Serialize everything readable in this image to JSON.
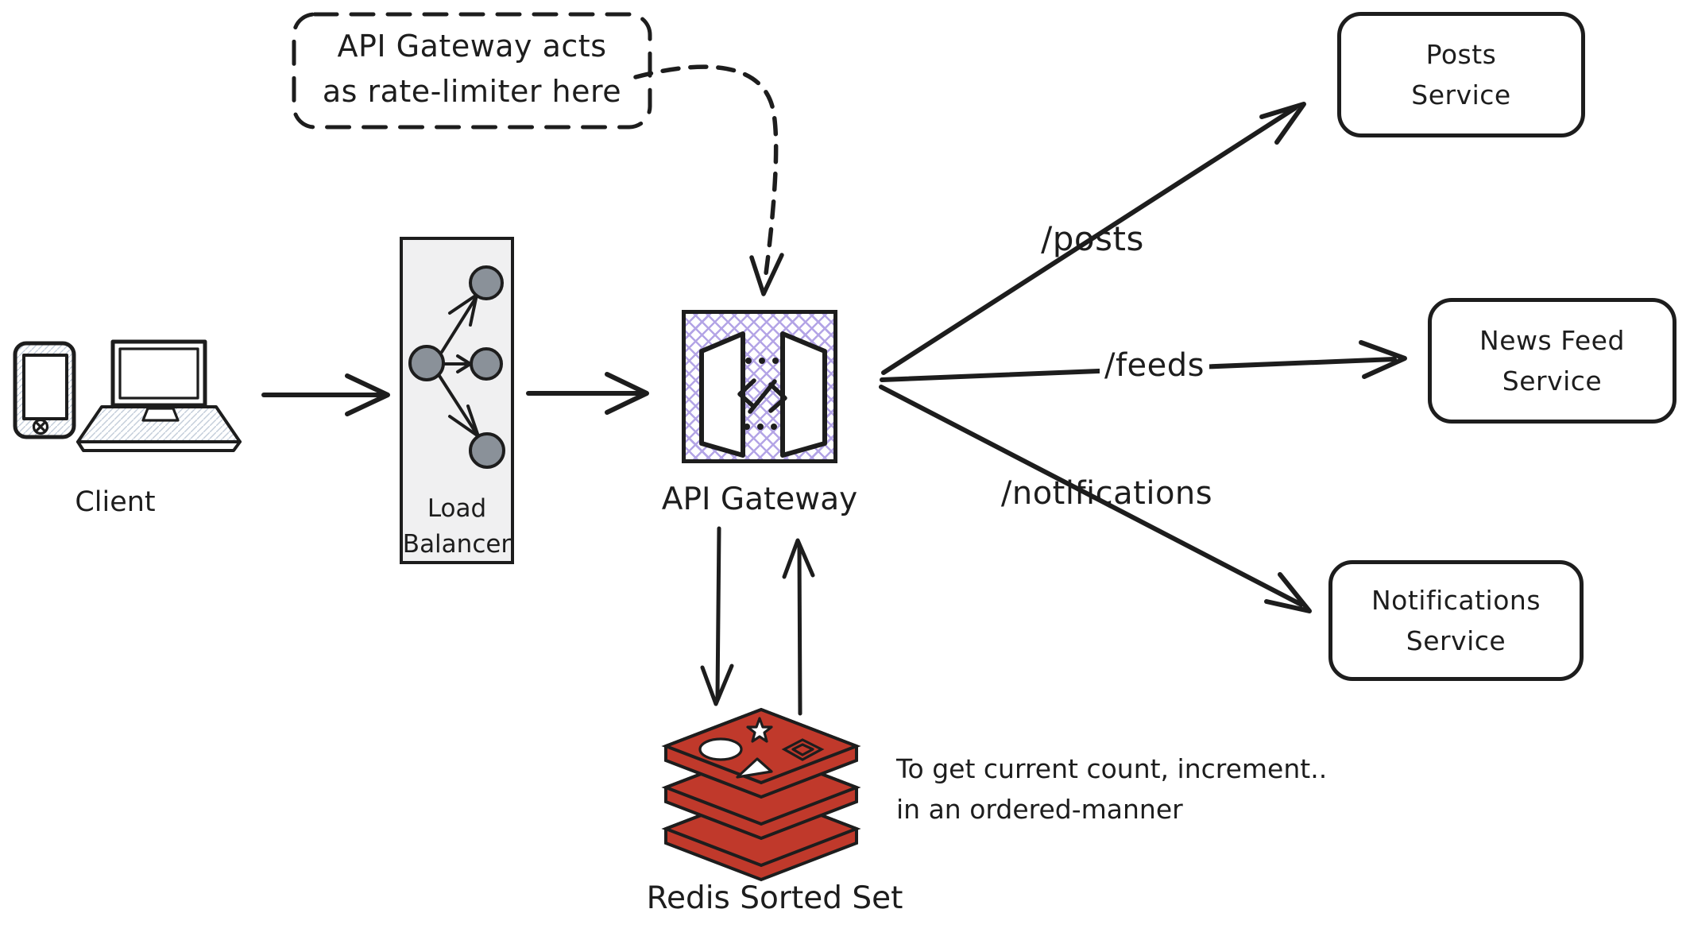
{
  "diagram": {
    "callout": {
      "line1": "API Gateway acts",
      "line2": "as rate-limiter here"
    },
    "client": {
      "label": "Client"
    },
    "load_balancer": {
      "line1": "Load",
      "line2": "Balancer"
    },
    "api_gateway": {
      "label": "API Gateway"
    },
    "routes": {
      "posts": "/posts",
      "feeds": "/feeds",
      "notifications": "/notifications"
    },
    "services": {
      "posts": {
        "line1": "Posts",
        "line2": "Service"
      },
      "news_feed": {
        "line1": "News Feed",
        "line2": "Service"
      },
      "notifications": {
        "line1": "Notifications",
        "line2": "Service"
      }
    },
    "redis": {
      "label": "Redis Sorted Set"
    },
    "annotation": {
      "line1": "To get current count, increment..",
      "line2": "in an ordered-manner"
    },
    "colors": {
      "ink": "#1d1d1d",
      "gateway_hatch": "#b3a4e6",
      "lb_fill": "#f0f0f1",
      "lb_node": "#8a9199",
      "redis_red": "#c0392b",
      "device_hatch": "#c3cdda"
    }
  }
}
